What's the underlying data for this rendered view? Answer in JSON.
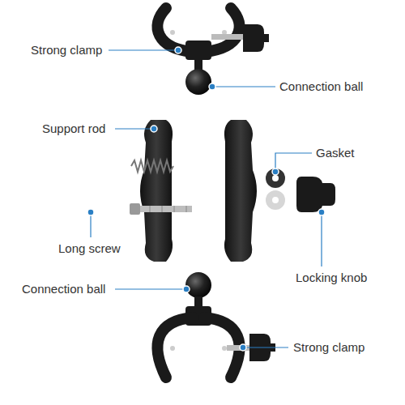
{
  "diagram": {
    "labels": [
      "Strong clamp",
      "Connection ball",
      "Support rod",
      "Gasket",
      "Long screw",
      "Locking knob",
      "Connection ball",
      "Strong clamp"
    ]
  }
}
